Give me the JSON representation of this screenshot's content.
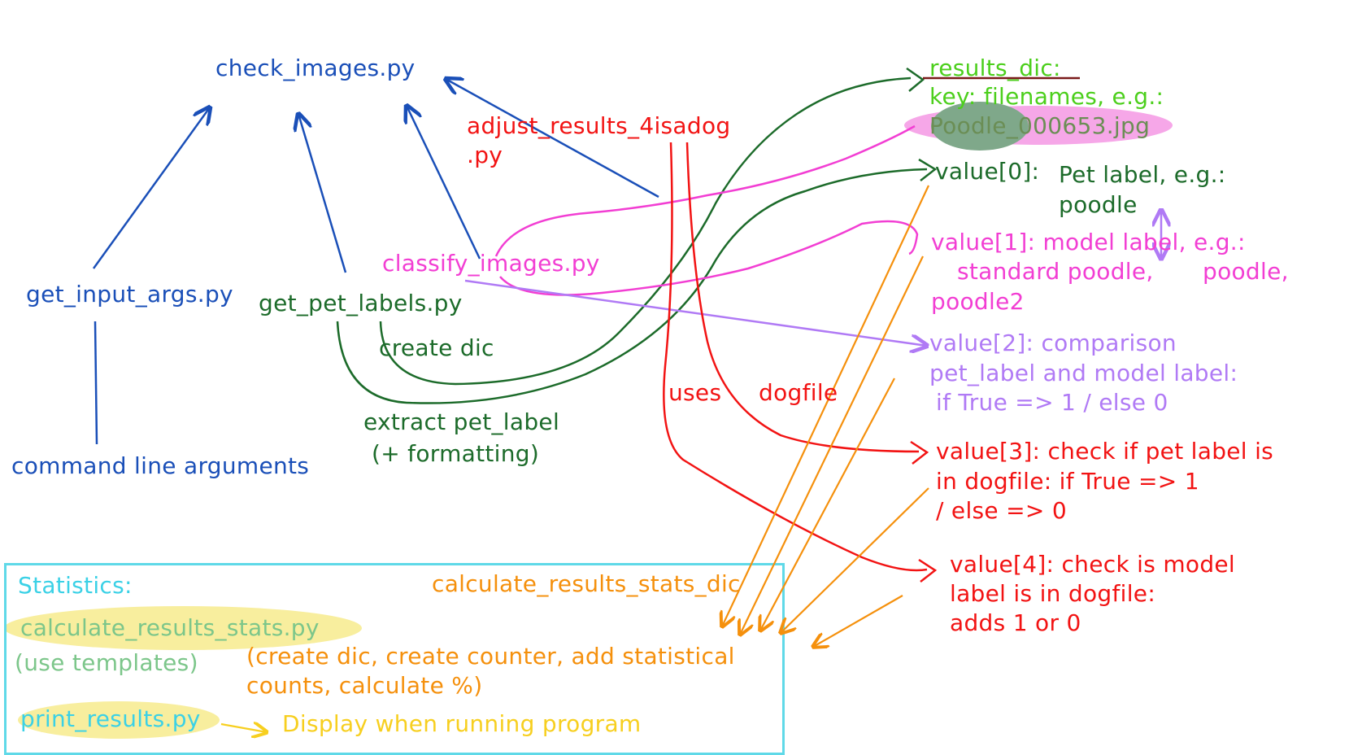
{
  "files": {
    "check_images": "check_images.py",
    "adjust_line1": "adjust_results_4isadog",
    "adjust_line2": ".py",
    "classify_images": "classify_images.py",
    "get_input_args": "get_input_args.py",
    "get_pet_labels": "get_pet_labels.py"
  },
  "notes": {
    "create_dic": "create dic",
    "extract_line1": "extract pet_label",
    "extract_line2": "(+ formatting)",
    "command_line": "command line arguments",
    "uses": "uses",
    "dogfile": "dogfile"
  },
  "results_dic": {
    "title": "results_dic:",
    "key_line": "key: filenames, e.g.:",
    "key_example": "Poodle_000653.jpg",
    "value0_label": "value[0]:",
    "value0_line1": "Pet label, e.g.:",
    "value0_line2": "poodle",
    "value1_line1": "value[1]: model label, e.g.:",
    "value1_line2": "standard poodle,",
    "value1_line2b": "poodle,",
    "value1_line3": "poodle2",
    "value2_line1": "value[2]: comparison",
    "value2_line2": "pet_label and model label:",
    "value2_line3": "if True => 1 / else 0",
    "value3_line1": "value[3]: check if pet label is",
    "value3_line2": "in dogfile: if True => 1",
    "value3_line3": "/ else => 0",
    "value4_line1": "value[4]: check is model",
    "value4_line2": "label is in dogfile:",
    "value4_line3": "adds 1 or 0"
  },
  "statistics": {
    "title": "Statistics:",
    "stats_dic": "calculate_results_stats_dic",
    "calc_file": "calculate_results_stats.py",
    "templates": "(use templates)",
    "desc_line1": "(create dic, create counter, add statistical",
    "desc_line2": "counts, calculate %)",
    "print_file": "print_results.py",
    "display": "Display when running program"
  }
}
